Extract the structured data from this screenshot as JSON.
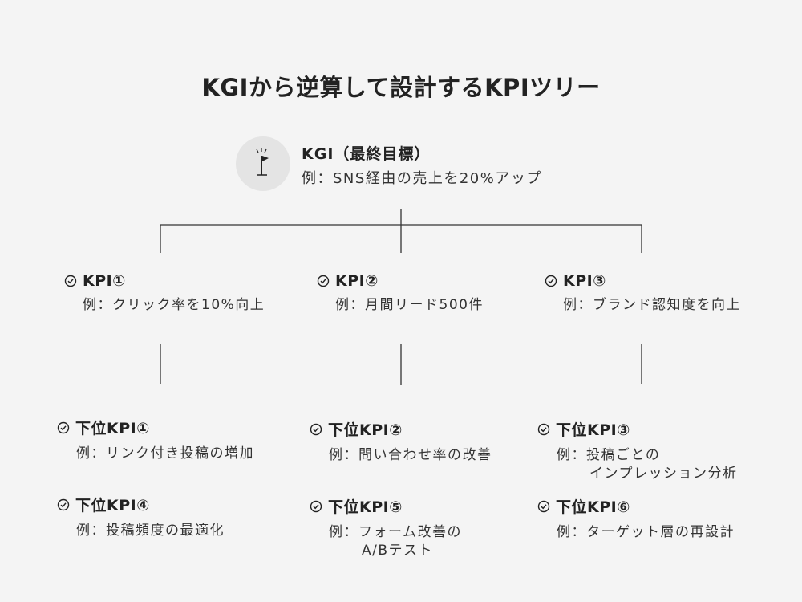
{
  "title": "KGIから逆算して設計するKPIツリー",
  "kgi": {
    "icon": "flag-icon",
    "title": "KGI（最終目標）",
    "description": "例：SNS経由の売上を20%アップ"
  },
  "kpis": [
    {
      "label": "KPI①",
      "description": "例：クリック率を10%向上"
    },
    {
      "label": "KPI②",
      "description": "例：月間リード500件"
    },
    {
      "label": "KPI③",
      "description": "例：ブランド認知度を向上"
    }
  ],
  "sub_kpis": [
    {
      "label": "下位KPI①",
      "description": "例：リンク付き投稿の増加",
      "description2": ""
    },
    {
      "label": "下位KPI②",
      "description": "例：問い合わせ率の改善",
      "description2": ""
    },
    {
      "label": "下位KPI③",
      "description": "例：投稿ごとの",
      "description2": "インプレッション分析"
    },
    {
      "label": "下位KPI④",
      "description": "例：投稿頻度の最適化",
      "description2": ""
    },
    {
      "label": "下位KPI⑤",
      "description": "例：フォーム改善の",
      "description2": "A/Bテスト"
    },
    {
      "label": "下位KPI⑥",
      "description": "例：ターゲット層の再設計",
      "description2": ""
    }
  ],
  "icons": {
    "check": "check-circle-icon",
    "flag": "flag-icon"
  },
  "colors": {
    "background": "#f4f4f4",
    "icon_circle": "#e4e4e4",
    "line": "#333333",
    "text": "#222222"
  }
}
